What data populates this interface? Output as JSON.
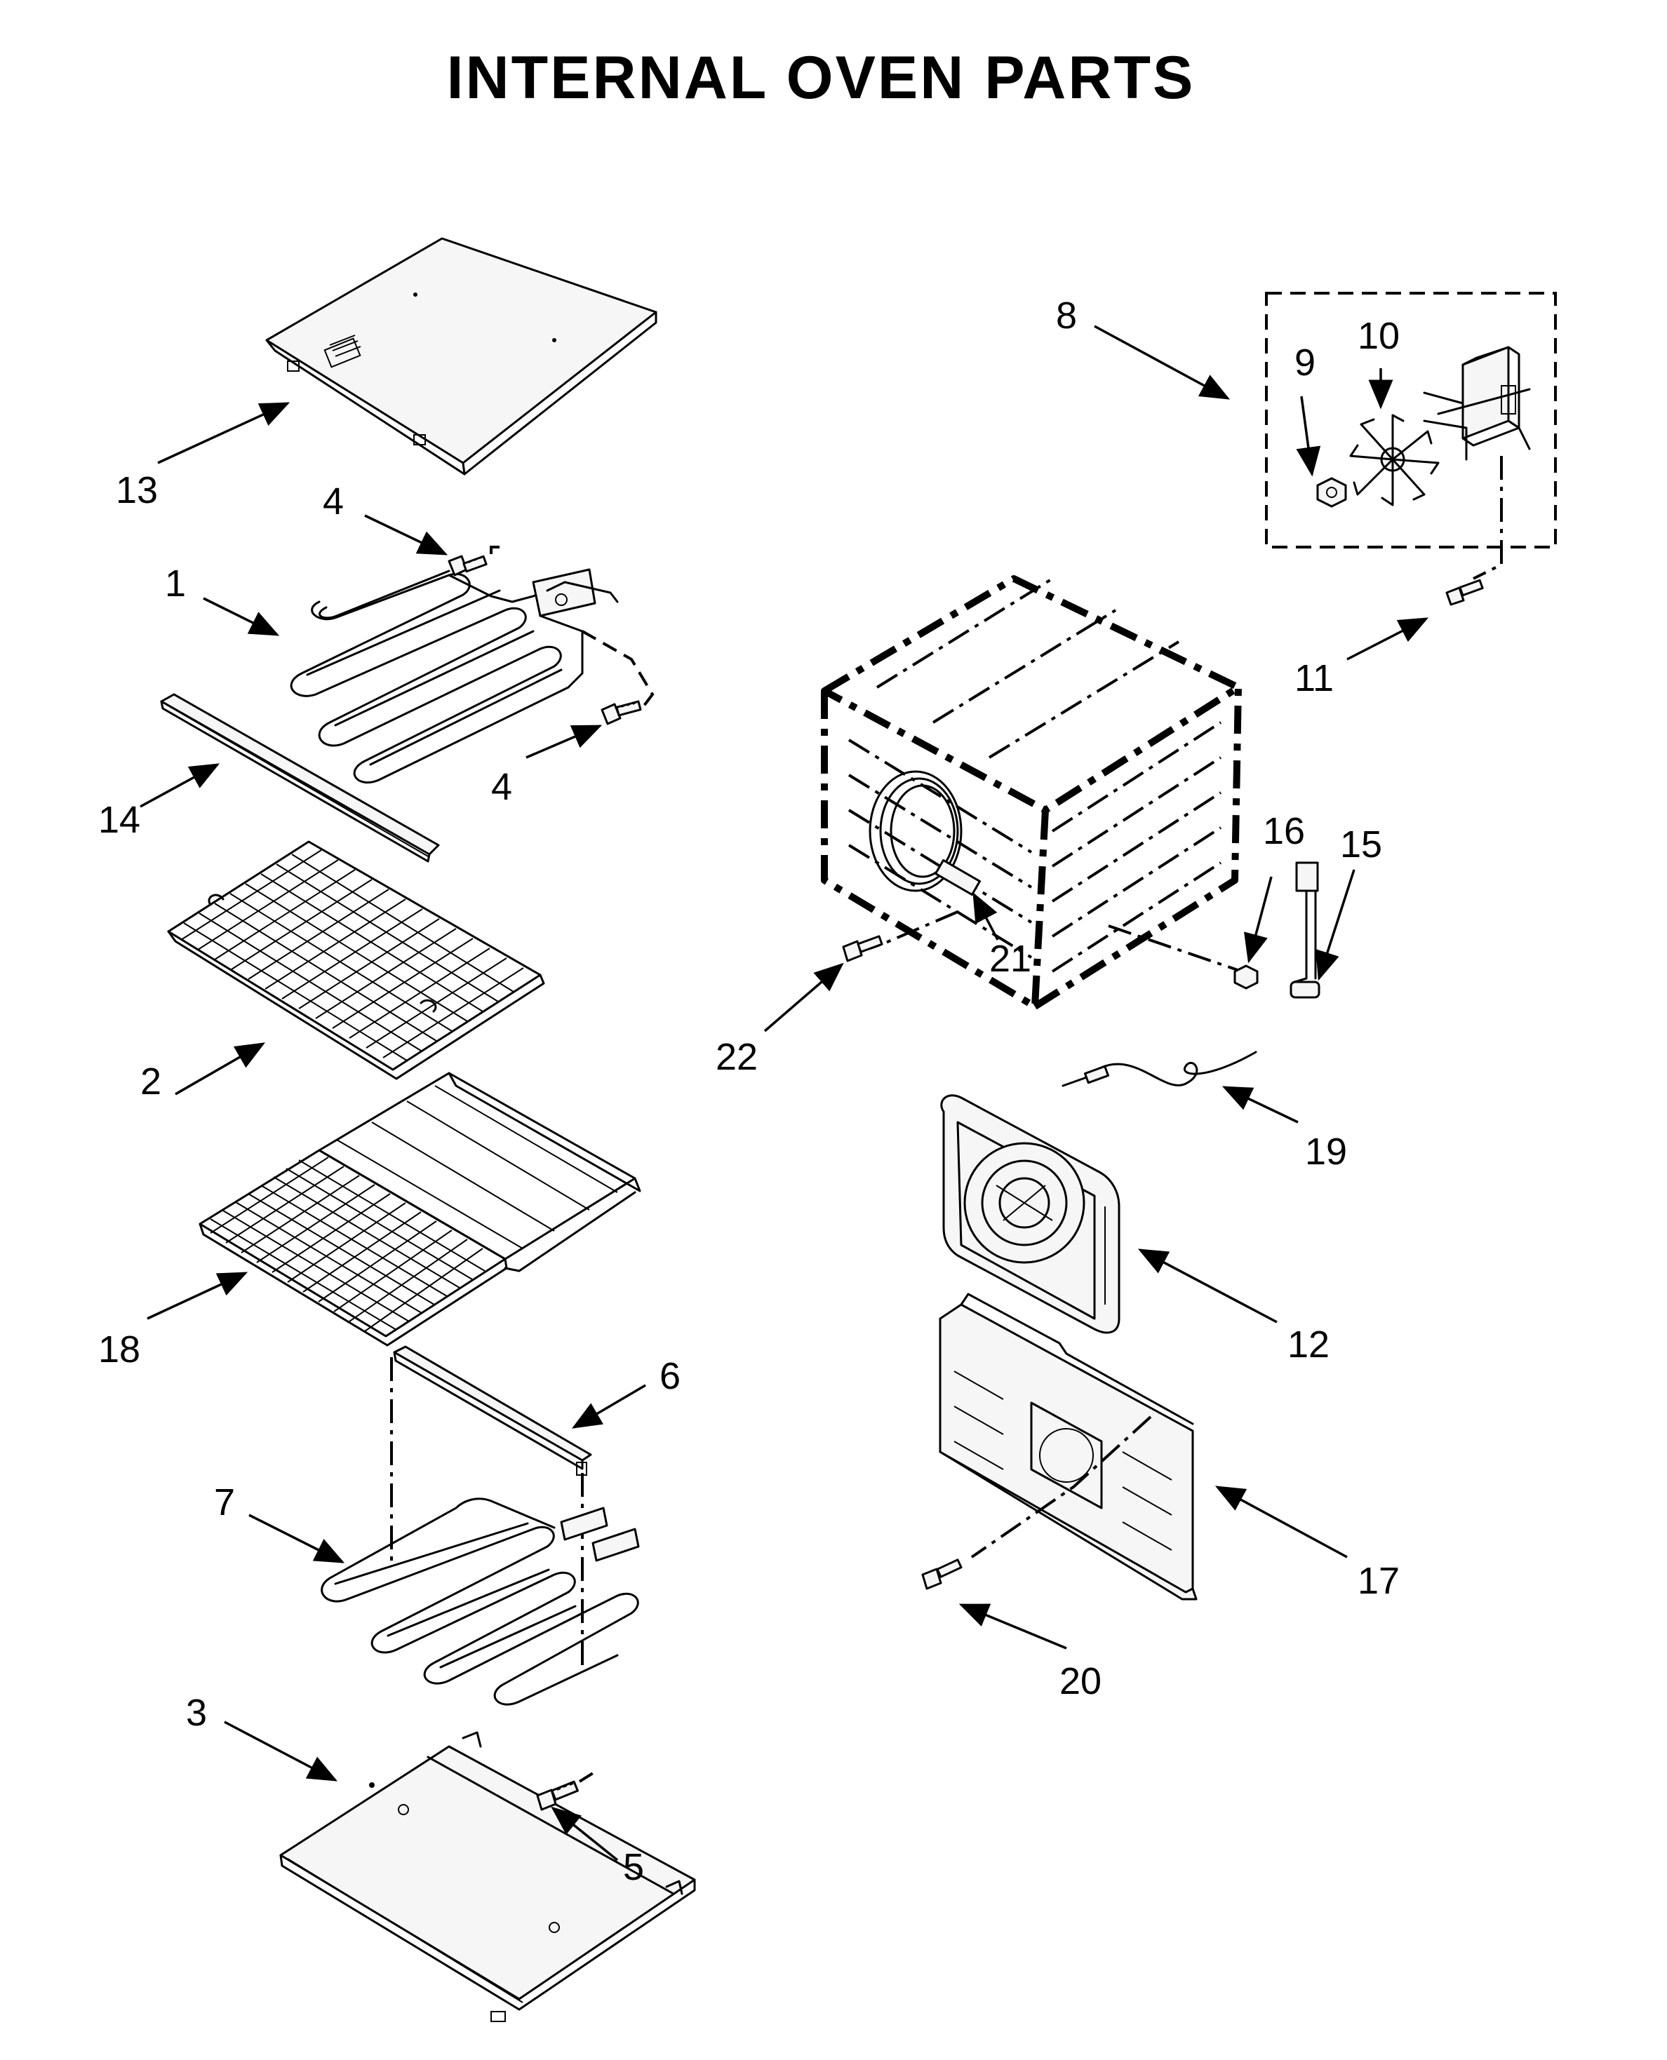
{
  "title": "INTERNAL OVEN PARTS",
  "callouts": {
    "c1": "1",
    "c2": "2",
    "c3": "3",
    "c4a": "4",
    "c4b": "4",
    "c5": "5",
    "c6": "6",
    "c7": "7",
    "c8": "8",
    "c9": "9",
    "c10": "10",
    "c11": "11",
    "c12": "12",
    "c13": "13",
    "c14": "14",
    "c15": "15",
    "c16": "16",
    "c17": "17",
    "c18": "18",
    "c19": "19",
    "c20": "20",
    "c21": "21",
    "c22": "22"
  }
}
